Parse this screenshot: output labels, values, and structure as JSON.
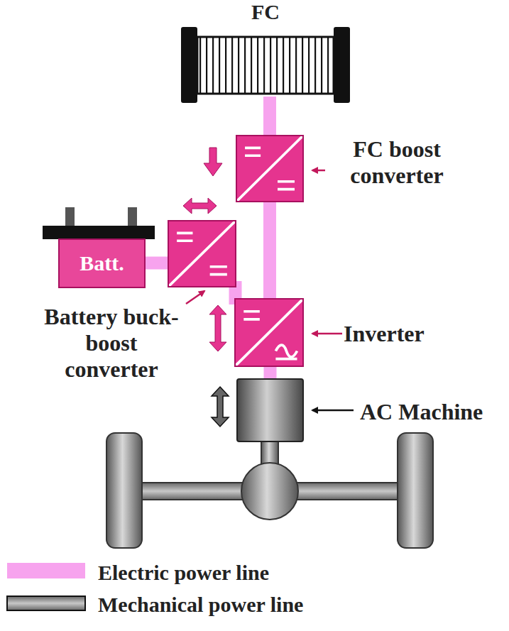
{
  "diagram": {
    "nodes": [
      {
        "text": [
          "FC"
        ]
      },
      {
        "text": [
          "FC boost converter"
        ]
      },
      {
        "text": [
          "Batt."
        ]
      },
      {
        "text": [
          "Battery buck-boost converter"
        ]
      },
      {
        "text": [
          "Inverter"
        ]
      },
      {
        "text": [
          "AC Machine"
        ]
      }
    ],
    "edges": [
      {
        "from": 0,
        "to": 1,
        "arrow": "none"
      },
      {
        "from": 2,
        "to": 3,
        "arrow": "none"
      },
      {
        "from": 1,
        "to": 4,
        "arrow": "none"
      },
      {
        "from": 3,
        "to": 4,
        "arrow": "none"
      },
      {
        "from": 4,
        "to": 5,
        "arrow": "none"
      }
    ],
    "legend": [
      {
        "text": "Electric power line",
        "color": "#f7a3ee"
      },
      {
        "text": "Mechanical power line"
      }
    ]
  }
}
